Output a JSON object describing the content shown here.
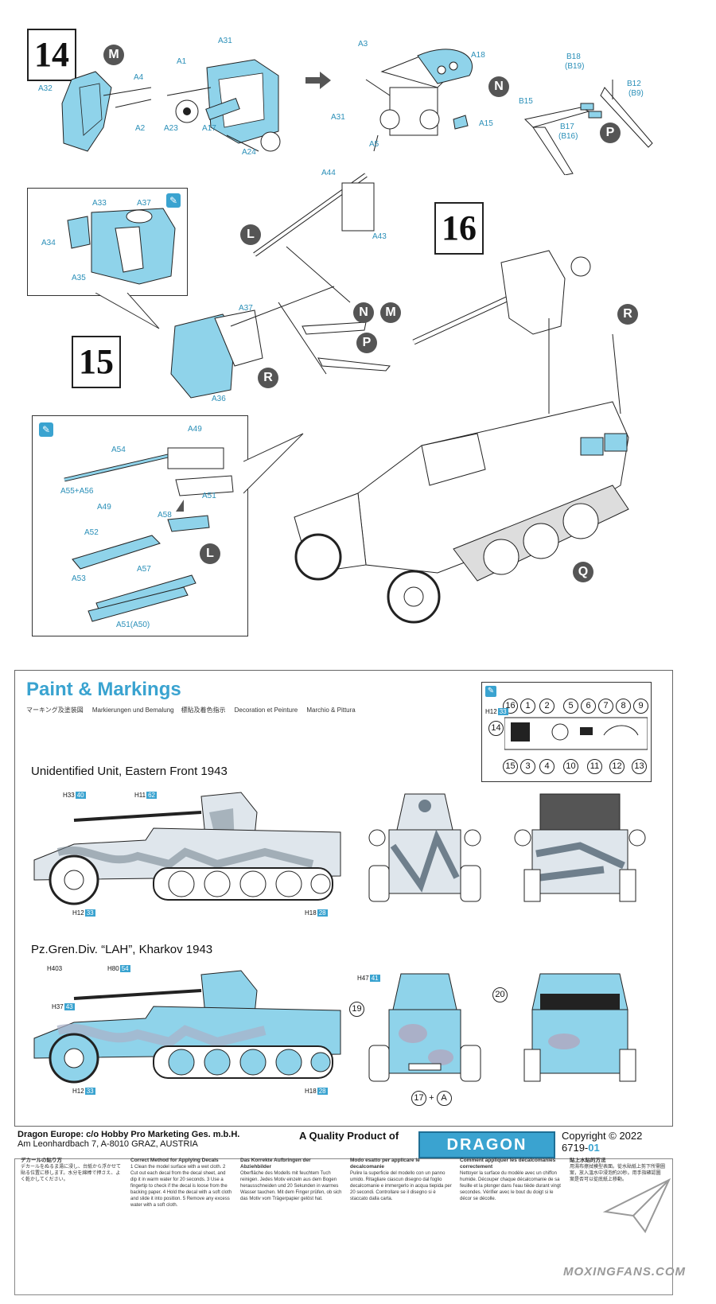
{
  "steps": {
    "s14": "14",
    "s15": "15",
    "s16": "16"
  },
  "circles": {
    "M": "M",
    "N": "N",
    "P": "P",
    "L": "L",
    "R": "R",
    "Q": "Q"
  },
  "part_labels": {
    "A31": "A31",
    "A1": "A1",
    "A32": "A32",
    "A4": "A4",
    "A2": "A2",
    "A23": "A23",
    "A17": "A17",
    "A24": "A24",
    "A3": "A3",
    "A18": "A18",
    "A5": "A5",
    "A15": "A15",
    "B18": "B18",
    "B19": "(B19)",
    "B12": "B12",
    "B9": "(B9)",
    "B15": "B15",
    "B17": "B17",
    "B16": "(B16)",
    "A33": "A33",
    "A37": "A37",
    "A34": "A34",
    "A35": "A35",
    "A44": "A44",
    "A43": "A43",
    "A36": "A36",
    "A49": "A49",
    "A54": "A54",
    "A55A56": "A55+A56",
    "A51": "A51",
    "A58": "A58",
    "A52": "A52",
    "A57": "A57",
    "A53": "A53",
    "A51A50": "A51(A50)"
  },
  "paint": {
    "title": "Paint & Markings",
    "subtitles": [
      "マーキング及塗装図",
      "Markierungen und Bemalung",
      "標貼及着色指示",
      "Decoration et Peinture",
      "Marchio & Pittura"
    ],
    "scheme1": "Unidentified Unit, Eastern Front 1943",
    "scheme2": "Pz.Gren.Div. “LAH”, Kharkov 1943",
    "decal_numbers": [
      "16",
      "1",
      "2",
      "5",
      "6",
      "7",
      "8",
      "9",
      "14",
      "15",
      "3",
      "4",
      "10",
      "11",
      "12",
      "13"
    ],
    "badges": {
      "h1": "H",
      "v1": "33",
      "v2": "40",
      "v3": "11",
      "v4": "62",
      "v5": "12",
      "v6": "33",
      "v7": "18",
      "v8": "28",
      "v9": "403",
      "v10": "80",
      "v11": "54",
      "v12": "37",
      "v13": "43",
      "v14": "47",
      "v15": "41",
      "v16": "12",
      "v17": "33",
      "v18": "18",
      "v19": "28",
      "v20": "12",
      "v21": "33"
    },
    "callouts": {
      "c19": "19",
      "c20": "20",
      "c17": "17",
      "cA": "A",
      "plus": "+"
    }
  },
  "footer": {
    "europe1": "Dragon Europe: c/o Hobby Pro Marketing Ges. m.b.H.",
    "europe2": "Am Leonhardbach 7, A-8010 GRAZ, AUSTRIA",
    "quality": "A Quality Product of",
    "brand": "DRAGON",
    "copyright": "Copyright © 2022",
    "code_prefix": "6719-",
    "code_suffix": "01"
  },
  "instructions": [
    {
      "head": "デカールの貼り方",
      "body": "デカールをぬるま湯に浸し、台紙から浮かせて貼る位置に移します。水分を綿棒で押さえ、よく乾かしてください。"
    },
    {
      "head": "Correct Method for Applying Decals",
      "body": "1 Clean the model surface with a wet cloth. 2 Cut out each decal from the decal sheet, and dip it in warm water for 20 seconds. 3 Use a fingertip to check if the decal is loose from the backing paper. 4 Hold the decal with a soft cloth and slide it into position. 5 Remove any excess water with a soft cloth."
    },
    {
      "head": "Das Korrekte Aufbringen der Abziehbilder",
      "body": "Oberfläche des Modells mit feuchtem Tuch reinigen. Jedes Motiv einzeln aus dem Bogen herausschneiden und 20 Sekunden in warmes Wasser tauchen. Mit dem Finger prüfen, ob sich das Motiv vom Trägerpapier gelöst hat."
    },
    {
      "head": "Modo esatto per applicare le decalcomanie",
      "body": "Pulire la superficie del modello con un panno umido. Ritagliare ciascun disegno dal foglio decalcomanie e immergerlo in acqua tiepida per 20 secondi. Controllare se il disegno si è staccato dalla carta."
    },
    {
      "head": "Comment appliquer les décalcomanies correctement",
      "body": "Nettoyer la surface du modèle avec un chiffon humide. Découper chaque décalcomanie de sa feuille et la plonger dans l'eau tiède durant vingt secondes. Vérifier avec le bout du doigt si le décor se décolle."
    },
    {
      "head": "貼上水貼的方法",
      "body": "用濕布擦拭模型表面。從水貼紙上剪下所需圖案，放入溫水中浸泡約20秒。用手指確認圖案是否可以從底紙上移動。"
    }
  ],
  "watermark": "MOXINGFANS.COM",
  "colors": {
    "part_blue": "#8fd3ea",
    "accent_blue": "#3aa3d0",
    "camo_light": "#dfe6ec",
    "camo_dark": "#6f7f8c"
  }
}
